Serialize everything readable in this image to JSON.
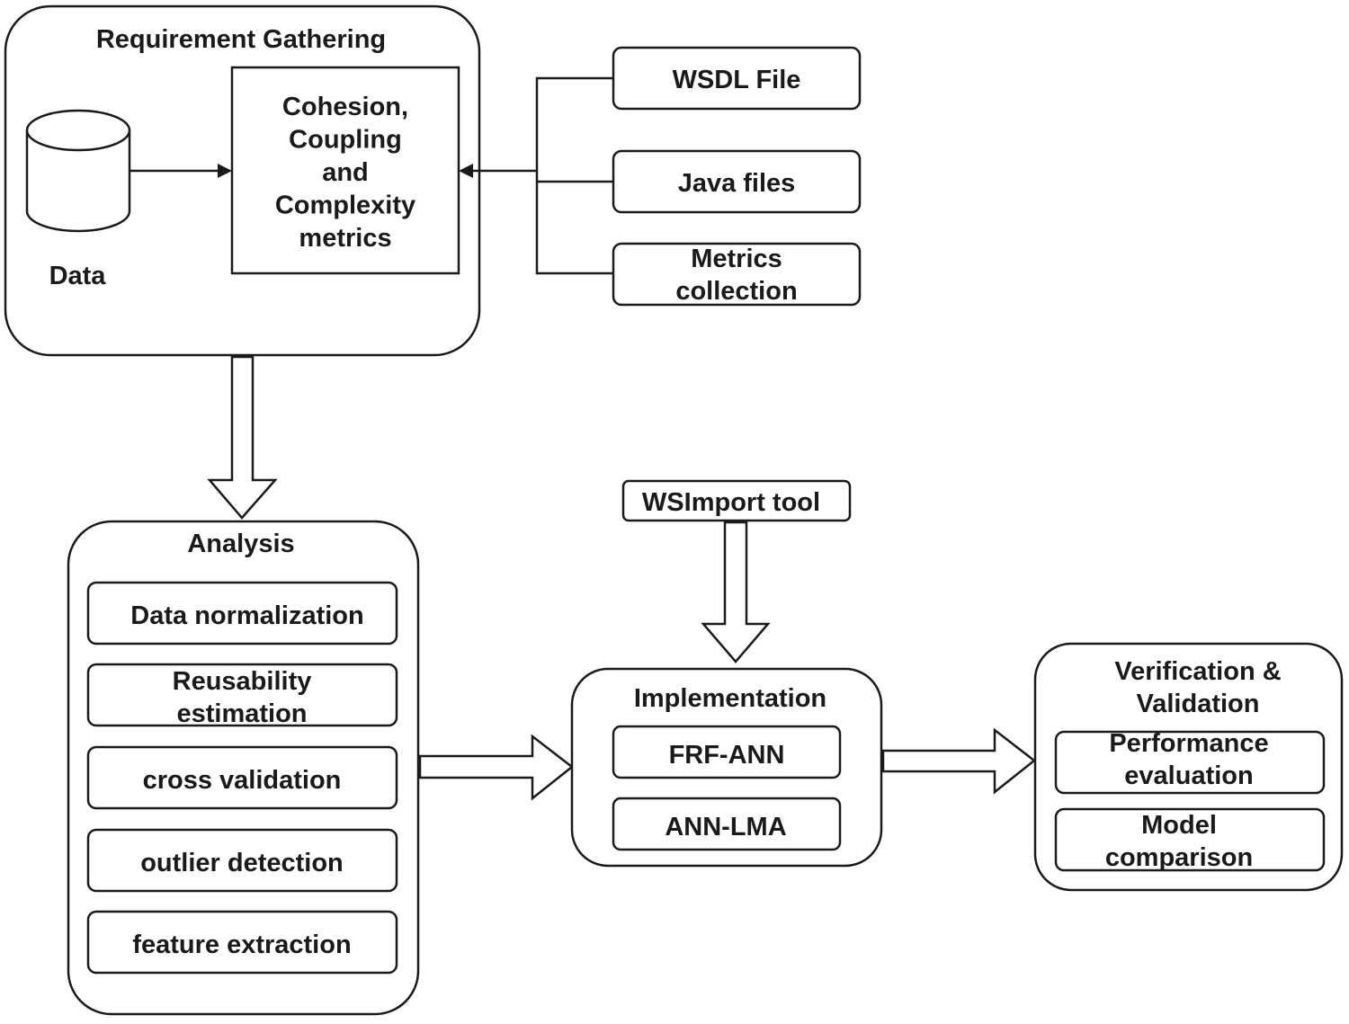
{
  "requirement": {
    "title": "Requirement Gathering",
    "data_label": "Data",
    "metrics_box": [
      "Cohesion,",
      "Coupling",
      "and",
      "Complexity",
      "metrics"
    ]
  },
  "inputs": {
    "wsdl": [
      "WSDL File"
    ],
    "java": [
      "Java files"
    ],
    "metrics_collection": [
      "Metrics",
      "collection"
    ]
  },
  "analysis": {
    "title": "Analysis",
    "items": [
      [
        "Data normalization"
      ],
      [
        "Reusability",
        "estimation"
      ],
      [
        "cross validation"
      ],
      [
        "outlier detection"
      ],
      [
        "feature extraction"
      ]
    ]
  },
  "wsimport": [
    "WSImport tool"
  ],
  "implementation": {
    "title": "Implementation",
    "items": [
      [
        "FRF-ANN"
      ],
      [
        "ANN-LMA"
      ]
    ]
  },
  "verification": {
    "title": [
      "Verification &",
      "Validation"
    ],
    "items": [
      [
        "Performance",
        "evaluation"
      ],
      [
        "Model",
        "comparison"
      ]
    ]
  }
}
